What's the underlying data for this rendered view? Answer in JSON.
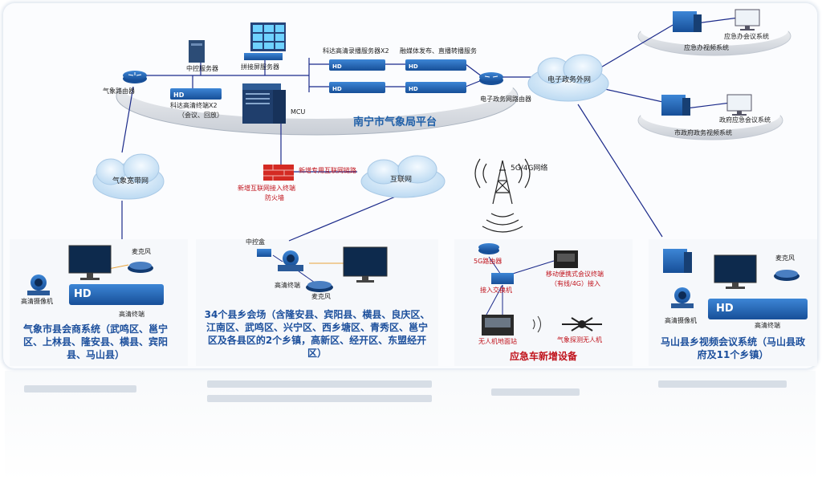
{
  "platform": {
    "title": "南宁市气象局平台",
    "router_left": "气象路由器",
    "server": "中控服务器",
    "video_wall_server": "拼接屏服务器",
    "hd_terminal_x2": "科达高清终端X2",
    "hd_terminal_x2_note": "（会议、回放）",
    "mcu": "MCU",
    "recorder_x2": "科达高清录播服务器X2",
    "forward_x2": "融媒体发布、直播转播服务",
    "egov_router": "电子政务网路由器"
  },
  "clouds": {
    "weather_net": "气象宽带网",
    "internet": "互联网",
    "egov_extranet": "电子政务外网"
  },
  "firewall": {
    "label": "新增专用互联网链路",
    "caption_line1": "新增互联网接入终端",
    "caption_line2": "防火墙"
  },
  "tower": {
    "label": "5G/4G网络"
  },
  "external": {
    "emergency": "应急办视频系统",
    "emergency_sub": "应急办会议系统",
    "gov": "市政府政务视频系统",
    "gov_sub": "政府应急会议系统"
  },
  "panels": {
    "county": {
      "title": "气象市县会商系统（武鸣区、邕宁区、上林县、隆安县、横县、宾阳县、马山县）",
      "camera": "高清摄像机",
      "mic": "麦克风",
      "terminal": "高清终端",
      "hd": "HD"
    },
    "township": {
      "title": "34个县乡会场（含隆安县、宾阳县、横县、良庆区、江南区、武鸣区、兴宁区、西乡塘区、青秀区、邕宁区及各县区的2个乡镇，高新区、经开区、东盟经开区）",
      "ctrl": "中控盒",
      "terminal": "高清终端",
      "mic": "麦克风"
    },
    "vehicle": {
      "title": "应急车新增设备",
      "router_5g": "5G路由器",
      "switch": "接入交换机",
      "portable": "移动便携式会议终端",
      "portable_sub": "（有线/4G）接入",
      "drone_station": "无人机地面站",
      "drone": "气象探测无人机"
    },
    "mashan": {
      "title": "马山县乡视频会议系统（马山县政府及11个乡镇）",
      "camera": "高清摄像机",
      "mic": "麦克风",
      "terminal": "高清终端",
      "hd": "HD"
    }
  },
  "colors": {
    "link": "#1b2a8a",
    "device": "#1f5fa8",
    "title": "#1c4f9c",
    "accent": "#c0121b",
    "cloud": "#cfe5f7"
  }
}
